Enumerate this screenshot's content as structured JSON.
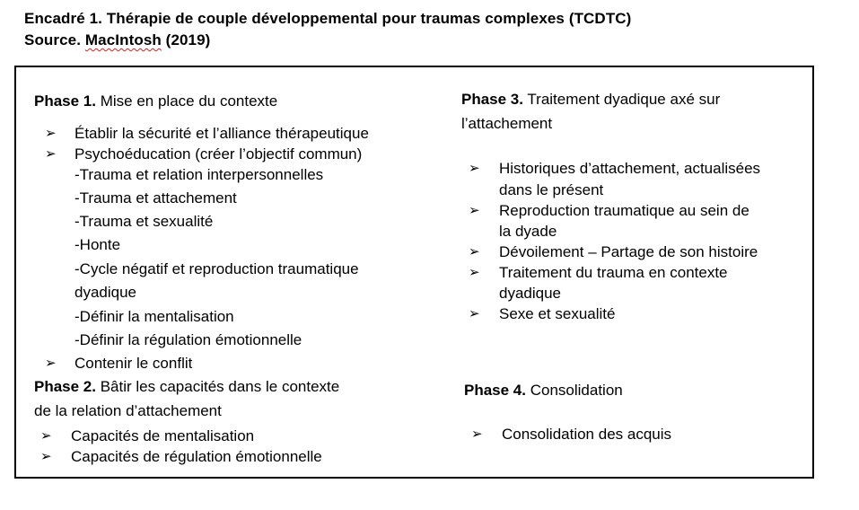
{
  "caption": {
    "line1": "Encadré 1. Thérapie de couple développemental pour traumas complexes (TCDTC)",
    "source_prefix": "Source. ",
    "source_author": "MacIntosh",
    "source_year": " (2019)"
  },
  "bullet_glyph": "➢",
  "phase1": {
    "label": "Phase 1.",
    "title": " Mise en place du contexte",
    "items": {
      "i1": "Établir la sécurité et l’alliance thérapeutique",
      "i2": "Psychoéducation (créer l’objectif commun)",
      "i3": "Contenir le conflit"
    },
    "sub": {
      "s1": "-Trauma et relation interpersonnelles",
      "s2": "-Trauma et attachement",
      "s3": "-Trauma et sexualité",
      "s4": "-Honte",
      "s5a": "-Cycle négatif et reproduction traumatique",
      "s5b": "dyadique",
      "s6": "-Définir la mentalisation",
      "s7": "-Définir la régulation émotionnelle"
    }
  },
  "phase2": {
    "label": "Phase 2.",
    "title_a": " Bâtir les capacités dans le contexte",
    "title_b": "de la relation d’attachement",
    "items": {
      "i1": "Capacités de mentalisation",
      "i2": "Capacités de régulation émotionnelle"
    }
  },
  "phase3": {
    "label": "Phase 3.",
    "title_a": " Traitement dyadique axé sur",
    "title_b": "l’attachement",
    "items": {
      "i1a": "Historiques d’attachement, actualisées",
      "i1b": "dans le présent",
      "i2a": "Reproduction traumatique au sein de",
      "i2b": "la dyade",
      "i3": "Dévoilement – Partage de son histoire",
      "i4a": "Traitement du trauma en contexte",
      "i4b": "dyadique",
      "i5": "Sexe et sexualité"
    }
  },
  "phase4": {
    "label": "Phase 4.",
    "title": " Consolidation",
    "items": {
      "i1": "Consolidation des acquis"
    }
  }
}
